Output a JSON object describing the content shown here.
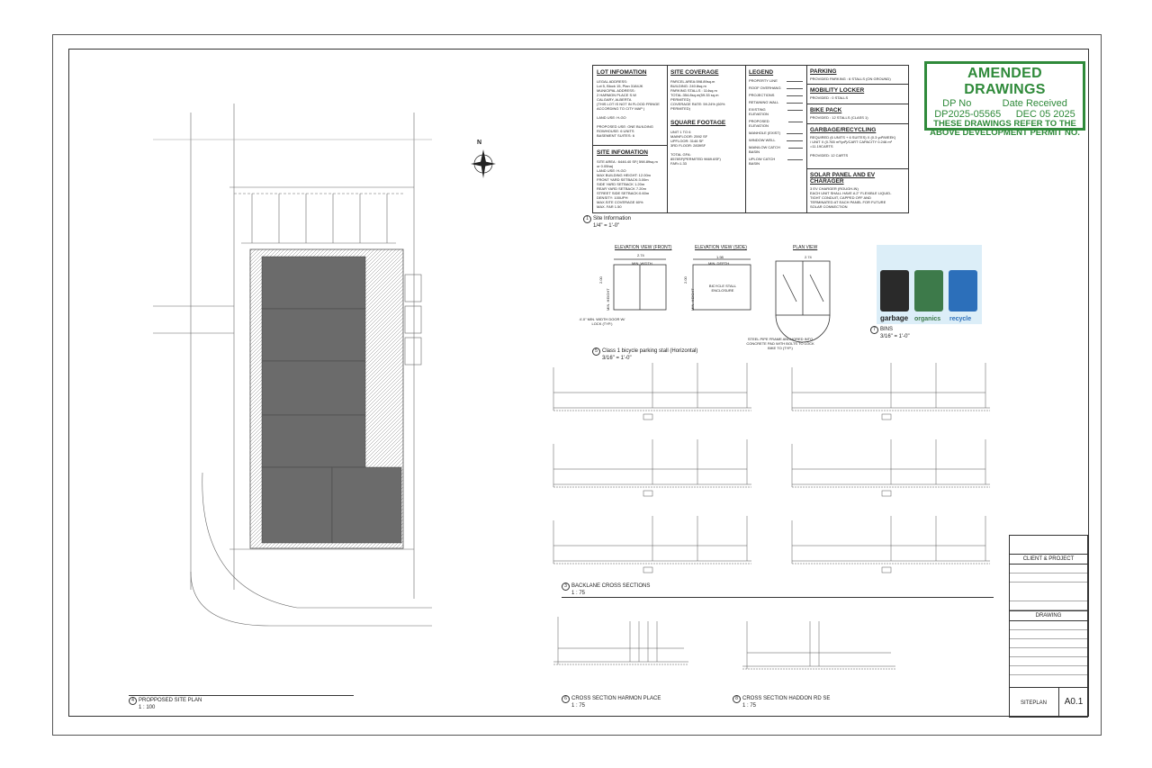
{
  "stamp": {
    "title": "AMENDED DRAWINGS",
    "dp_label": "DP No",
    "date_label": "Date Received",
    "dp_number": "DP2025-05565",
    "date": "DEC 05 2025",
    "note_line1": "THESE DRAWINGS REFER TO THE",
    "note_line2": "ABOVE DEVELOPMENT PERMIT NO."
  },
  "lot_info": {
    "title": "LOT INFOMATION",
    "lines": [
      "LEGAL ADDRESS:",
      "Lot 5, Block 15, Plan 3184JK",
      "MUNICIPAL ADDRESS:",
      "2 HARMON PLACE S.W",
      "CALGARY, ALBERTA",
      "(THIS LOT IS NOT IN FLOOD FRINGE",
      "ACCORDING TO CITY MAP )",
      "",
      "LAND USE: H-GO",
      "",
      "PROPOSED USE: ONE BUILDING",
      "ROWHOUSE: 6 UNITS",
      "BASEMENT SUITES: 6"
    ]
  },
  "site_info": {
    "title": "SITE INFOMATION",
    "lines": [
      "SITE AREA : 6446.40 SF( 598.89sq.m",
      "or 0.05ha)",
      "LAND USE: H-GO",
      "MAX BUILDING HEIGHT: 12.00m",
      "FRONT YARD SETBACK:3.00m",
      "SIDE YARD SETBACK 1.20m",
      "REAR YARD SETBACK 7.20m",
      "STREET SIDE SETBACK:0.60m",
      "DENSITY: 100UPH",
      "MAX.SITE COVERAGE 60%",
      "MAX. FAR 1.50"
    ]
  },
  "site_coverage": {
    "title": "SITE COVERAGE",
    "lines": [
      "PARCEL AREA:598.89sq.m",
      "BUILDING: 240.8sq.m",
      "PARKING STALLS : 114sq.m",
      "TOTAL:354.8sq.m(59.33 sq.m",
      "PERMITED)",
      "COVERAGE RATE: 59.24% (60%",
      "PERMITED)"
    ]
  },
  "square_footage": {
    "title": "SQUARE FOOTAGE",
    "lines": [
      "UNIT 1 TO 6",
      "MAINFLOOR: 2592 SF",
      "UPFLOOR: 3146 SF",
      "3RD FLOOR: 2839SF",
      "",
      "TOTAL GFA:",
      "8578SF(PERMITED 9669.6SF)",
      "FAR=1.33"
    ]
  },
  "legend": {
    "title": "LEGEND",
    "items": [
      "PROPERTY LINE",
      "ROOF OVERHANG",
      "PROJECTIONS",
      "RETAINING WALL",
      "EXISTING ELEVATION",
      "PROPOSED ELEVATION",
      "MANHOLE (EXIST)",
      "WINDOW WELL",
      "MAIN/LOW CATCH BASIN",
      "UPLOW CATCH BASIN"
    ]
  },
  "parking": {
    "title": "PARKING",
    "text": "PROVIDED PARKING : 6 STALLS (ON GROUND)"
  },
  "mobility": {
    "title": "MOBILITY LOCKER",
    "text": "PROVIDED : 0 STALLS"
  },
  "bike_pack": {
    "title": "BIKE PACK",
    "text": "PROVIDED : 12 STALLS (CLASS 1)"
  },
  "garbage": {
    "title": "GARBAGE/RECYCLING",
    "lines": [
      "REQUIRED (6 UNITS + 6 SUITES) X (0.3 yd³/WEEK)",
      "/ UNIT X (0.765 m³/yd³)/CART CAPACITY 0.246 m³",
      "=11.19CARTS",
      "",
      "PROVIDED: 12 CARTS"
    ]
  },
  "solar": {
    "title": "SOLAR PANEL AND EV CHARAGER",
    "lines": [
      "3 EV CHARGER (ROUGH-IN)",
      "EACH UNIT SHALL HAVE A 2\" FLEXIBLE LIQUID-",
      "TIGHT CONDUIT, CAPPED OFF AND",
      "TERMINATED AT EACH PANEL FOR FUTURE",
      "SOLAR CONNECTION"
    ]
  },
  "views": {
    "site_info": {
      "num": "1",
      "title": "Site Information",
      "scale": "1/4\" = 1'-0\""
    },
    "backlane": {
      "num": "3",
      "title": "BACKLANE CROSS SECTIONS",
      "scale": "1 : 75"
    },
    "site_plan": {
      "num": "4",
      "title": "PROPPOSED SITE PLAN",
      "scale": "1 : 100"
    },
    "bike": {
      "num": "5",
      "title": "Class 1 bicycle parking stall (Horizontal)",
      "scale": "3/16\" = 1'-0\""
    },
    "harmon": {
      "num": "6",
      "title": "CROSS SECTION HARMON PLACE",
      "scale": "1 : 75"
    },
    "bins": {
      "num": "7",
      "title": "BINS",
      "scale": "3/16\" = 1'-0\""
    },
    "haddon": {
      "num": "8",
      "title": "CROSS SECTION HADDON RD SE",
      "scale": "1 : 75"
    }
  },
  "bike_details": {
    "front": "ELEVATION VIEW (FRONT)",
    "side": "ELEVATION VIEW (SIDE)",
    "plan": "PLAN VIEW",
    "front_width": "2.74",
    "min_width": "MIN. WIDTH",
    "min_height": "MIN. HEIGHT",
    "height": "2.00",
    "depth": "1.98",
    "min_depth": "MIN. DEPTH",
    "enclosure": "BICYCLE STALL ENCLOSURE",
    "door_note": "4'-0\" MIN. WIDTH DOOR W/ LOCK (TYP.)",
    "frame_note": "STEEL PIPE FRAME ANCHORED INTO CONCRETE PAD WITH BOLTS TO LOCK BIKE TO (TYP.)",
    "plan_width": "2.74"
  },
  "bins": {
    "garbage": "garbage",
    "organics": "organics",
    "recycle": "recycle"
  },
  "site_plan_labels": {
    "north": "N"
  },
  "title_block": {
    "client_project": "CLIENT & PROJECT",
    "drawing": "DRAWING",
    "sheet_name": "SITEPLAN",
    "sheet_number": "A0.1"
  }
}
